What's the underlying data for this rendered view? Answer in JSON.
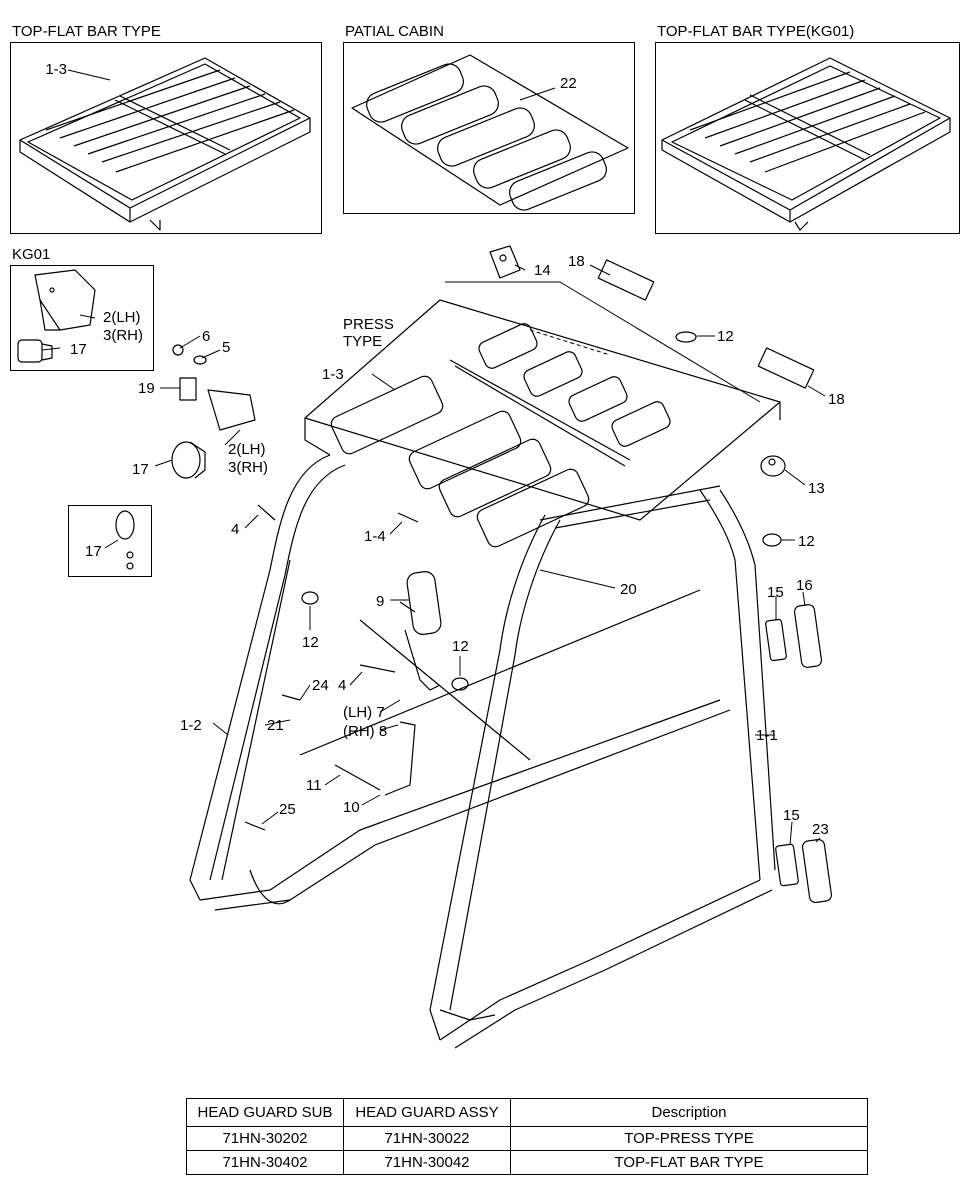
{
  "panels": [
    {
      "title": "TOP-FLAT BAR TYPE",
      "labels": [
        "1-3"
      ]
    },
    {
      "title": "PATIAL CABIN",
      "labels": [
        "22"
      ]
    },
    {
      "title": "TOP-FLAT BAR TYPE(KG01)",
      "labels": []
    }
  ],
  "kg01": {
    "title": "KG01",
    "labels": [
      "2(LH)",
      "3(RH)",
      "17"
    ]
  },
  "callouts": {
    "c14": "14",
    "c18a": "18",
    "c12a": "12",
    "c18b": "18",
    "c6": "6",
    "c5": "5",
    "press1": "PRESS",
    "press2": "TYPE",
    "c13a": "1-3",
    "c19": "19",
    "c2lh": "2(LH)",
    "c3rh": "3(RH)",
    "c17a": "17",
    "c13": "13",
    "c12b": "12",
    "c4a": "4",
    "c14b": "1-4",
    "c17b": "17",
    "c20": "20",
    "c9": "9",
    "c12c": "12",
    "c12d": "12",
    "c15a": "15",
    "c16": "16",
    "c4b": "4",
    "c24": "24",
    "c7": "(LH) 7",
    "c8": "(RH) 8",
    "c12": "1-2",
    "c21": "21",
    "c11": "1-1",
    "c11b": "11",
    "c10": "10",
    "c25": "25",
    "c15b": "15",
    "c23": "23"
  },
  "table": {
    "headers": [
      "HEAD GUARD SUB",
      "HEAD GUARD ASSY",
      "Description"
    ],
    "rows": [
      [
        "71HN-30202",
        "71HN-30022",
        "TOP-PRESS TYPE"
      ],
      [
        "71HN-30402",
        "71HN-30042",
        "TOP-FLAT BAR TYPE"
      ]
    ]
  }
}
